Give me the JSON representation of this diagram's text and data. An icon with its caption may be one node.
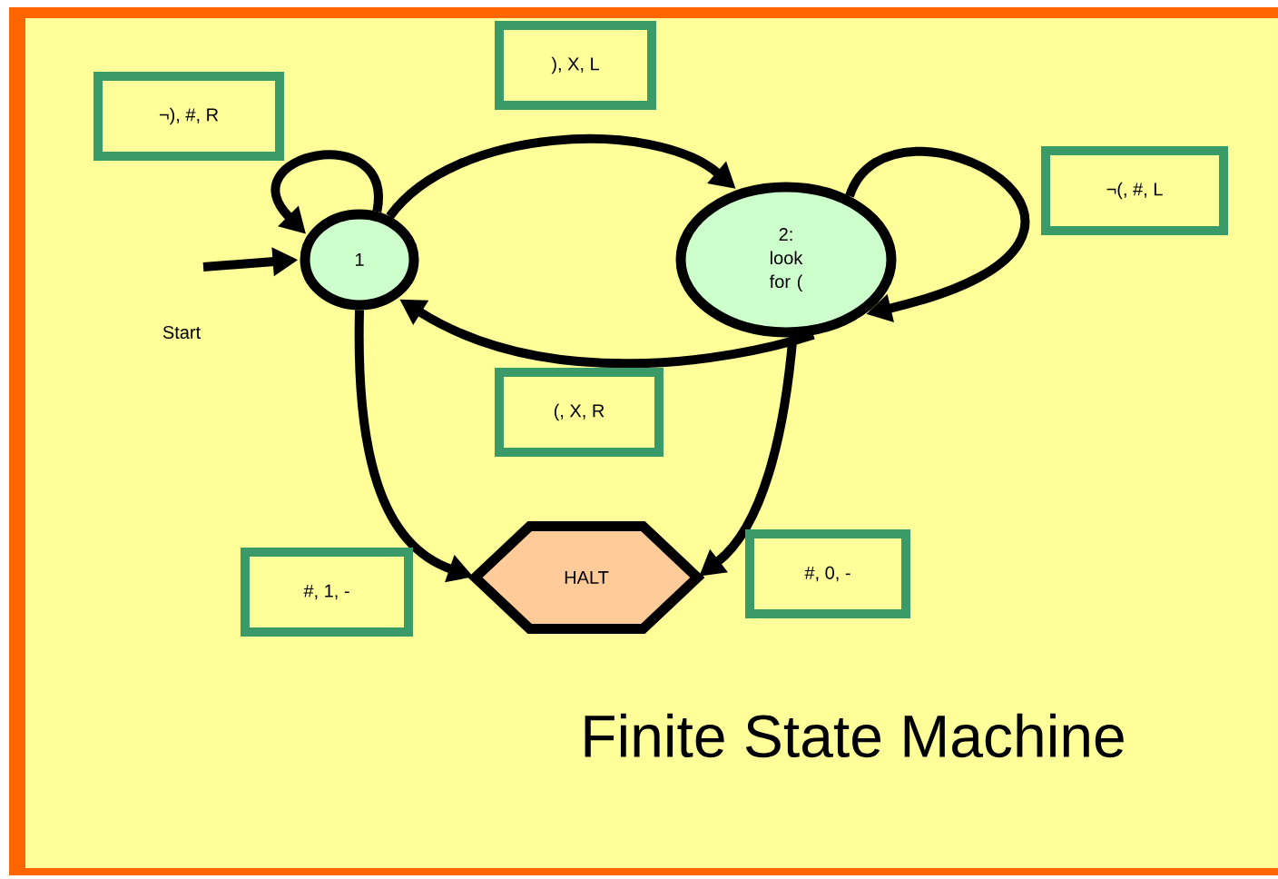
{
  "diagram": {
    "title": "Finite State Machine",
    "nodes": [
      {
        "text": [
          "1"
        ]
      },
      {
        "text": [
          "2: look for ("
        ]
      },
      {
        "text": [
          "HALT"
        ]
      }
    ],
    "edges": [
      {
        "from": null,
        "to": 0,
        "arrow": "to"
      },
      {
        "from": 0,
        "to": 0,
        "arrow": "to",
        "label": "¬), #, R"
      },
      {
        "from": 0,
        "to": 1,
        "arrow": "to",
        "label": "), X, L"
      },
      {
        "from": 1,
        "to": 1,
        "arrow": "to",
        "label": "¬(, #, L"
      },
      {
        "from": 1,
        "to": 0,
        "arrow": "to",
        "label": "(, X, R"
      },
      {
        "from": 0,
        "to": 2,
        "arrow": "to",
        "label": "#, 1, -"
      },
      {
        "from": 1,
        "to": 2,
        "arrow": "to",
        "label": "#, 0, -"
      }
    ],
    "labels": [
      "Start"
    ]
  }
}
